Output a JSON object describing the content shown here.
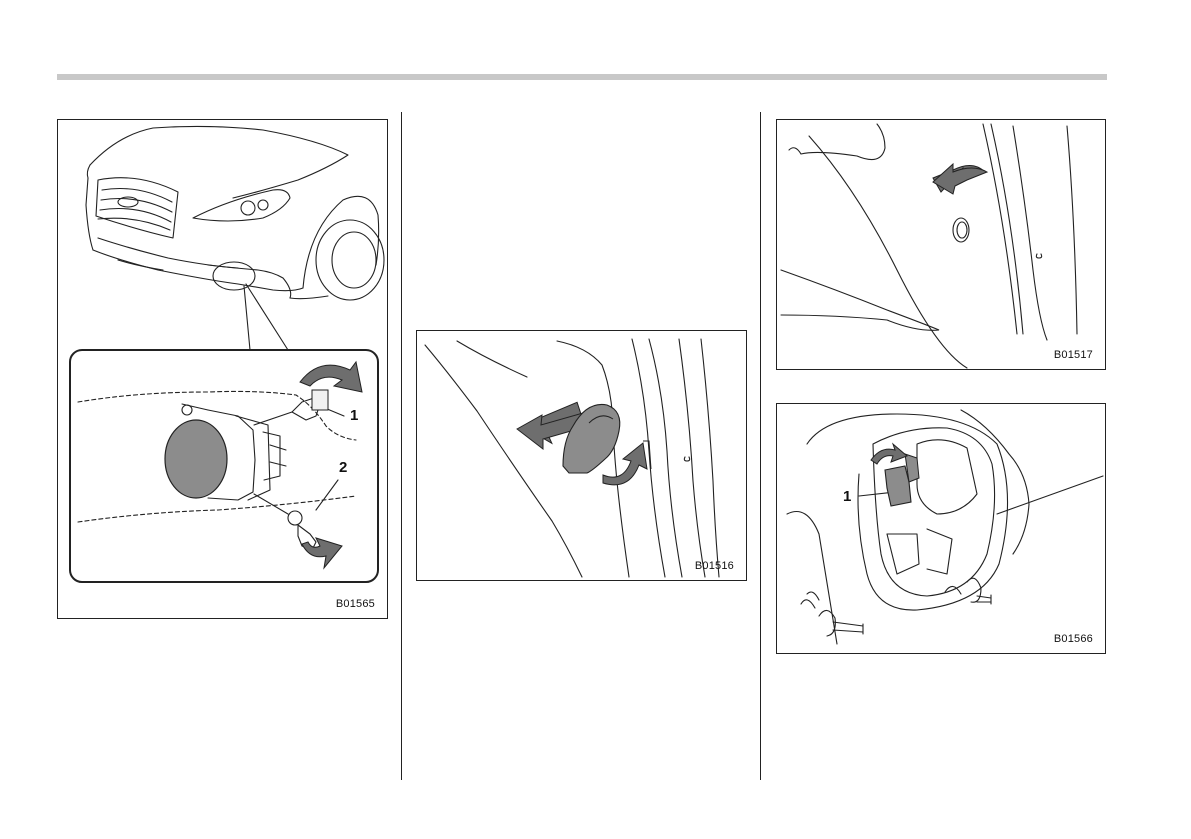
{
  "figures": {
    "fog_light_overview": {
      "code": "B01565",
      "callouts": {
        "one": "1",
        "two": "2"
      }
    },
    "clip_removal": {
      "code": "B01516"
    },
    "cover_opening": {
      "code": "B01517"
    },
    "bulb_access": {
      "code": "B01566",
      "callouts": {
        "one": "1"
      }
    }
  },
  "colors": {
    "rule": "#c8c8c8",
    "lines": "#222222",
    "lens": "#8c8c8c",
    "arrow": "#6e6e6e"
  }
}
